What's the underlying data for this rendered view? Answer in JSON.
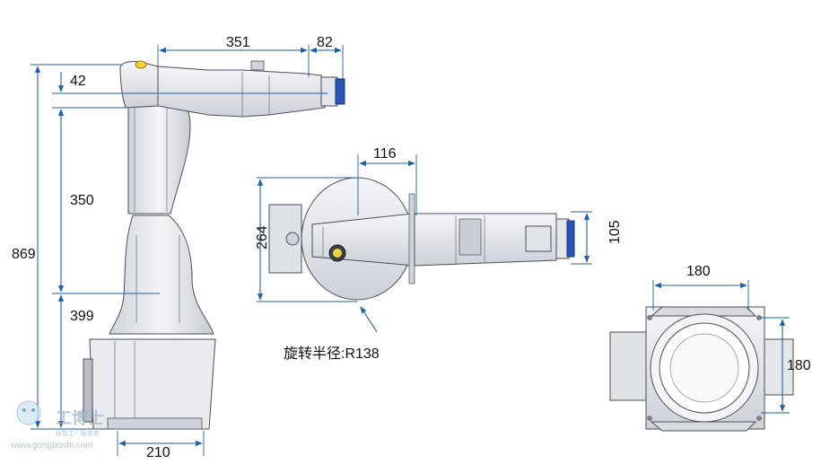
{
  "side_view": {
    "dim_total_height": "869",
    "dim_arm_length": "350",
    "dim_base_height": "399",
    "dim_offset": "42",
    "dim_reach": "351",
    "dim_flange": "82",
    "dim_base_width": "210"
  },
  "top_view": {
    "dim_width": "264",
    "dim_offset": "116",
    "dim_wrist": "105",
    "radius_label": "旋转半径:R138"
  },
  "base_view": {
    "dim_width": "180",
    "dim_height": "180"
  },
  "watermark": {
    "site": "www.gongboshi.com",
    "brand": "工博士",
    "sub": "智能工厂服务商"
  },
  "colors": {
    "dimension": "#1f5ea8",
    "flange": "#2a55b8",
    "accent_yellow": "#f2d23a"
  }
}
